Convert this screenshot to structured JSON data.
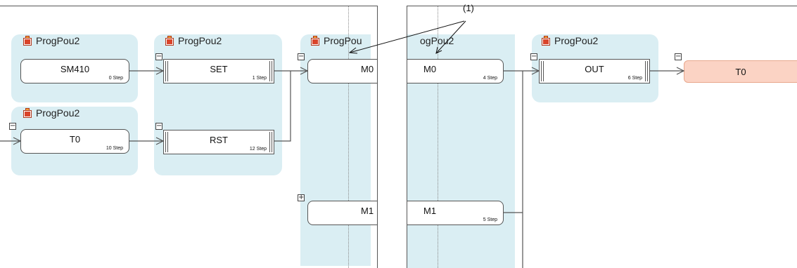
{
  "group_title": "ProgPou2",
  "group_title_partial_right": "ProgPou",
  "group_title_partial_cut": "ogPou2",
  "left_pane": {
    "blocks": [
      {
        "name": "SM410",
        "step": "0 Step"
      },
      {
        "name": "SET",
        "step": "1 Step"
      },
      {
        "name": "T0",
        "step": "10 Step"
      },
      {
        "name": "RST",
        "step": "12 Step"
      },
      {
        "name": "M0",
        "step": ""
      },
      {
        "name": "M1",
        "step": ""
      }
    ]
  },
  "right_pane": {
    "blocks": [
      {
        "name": "M0",
        "step": "4 Step"
      },
      {
        "name": "OUT",
        "step": "6 Step"
      },
      {
        "name": "T0",
        "step": ""
      },
      {
        "name": "M1",
        "step": "5 Step"
      }
    ]
  },
  "callout_label": "(1)",
  "colors": {
    "group_bg": "#daeef3",
    "output_block": "#fbd3c4",
    "wire": "#555555"
  },
  "icons": [
    "program-pou-icon",
    "collapse-toggle-icon",
    "expand-toggle-icon"
  ]
}
